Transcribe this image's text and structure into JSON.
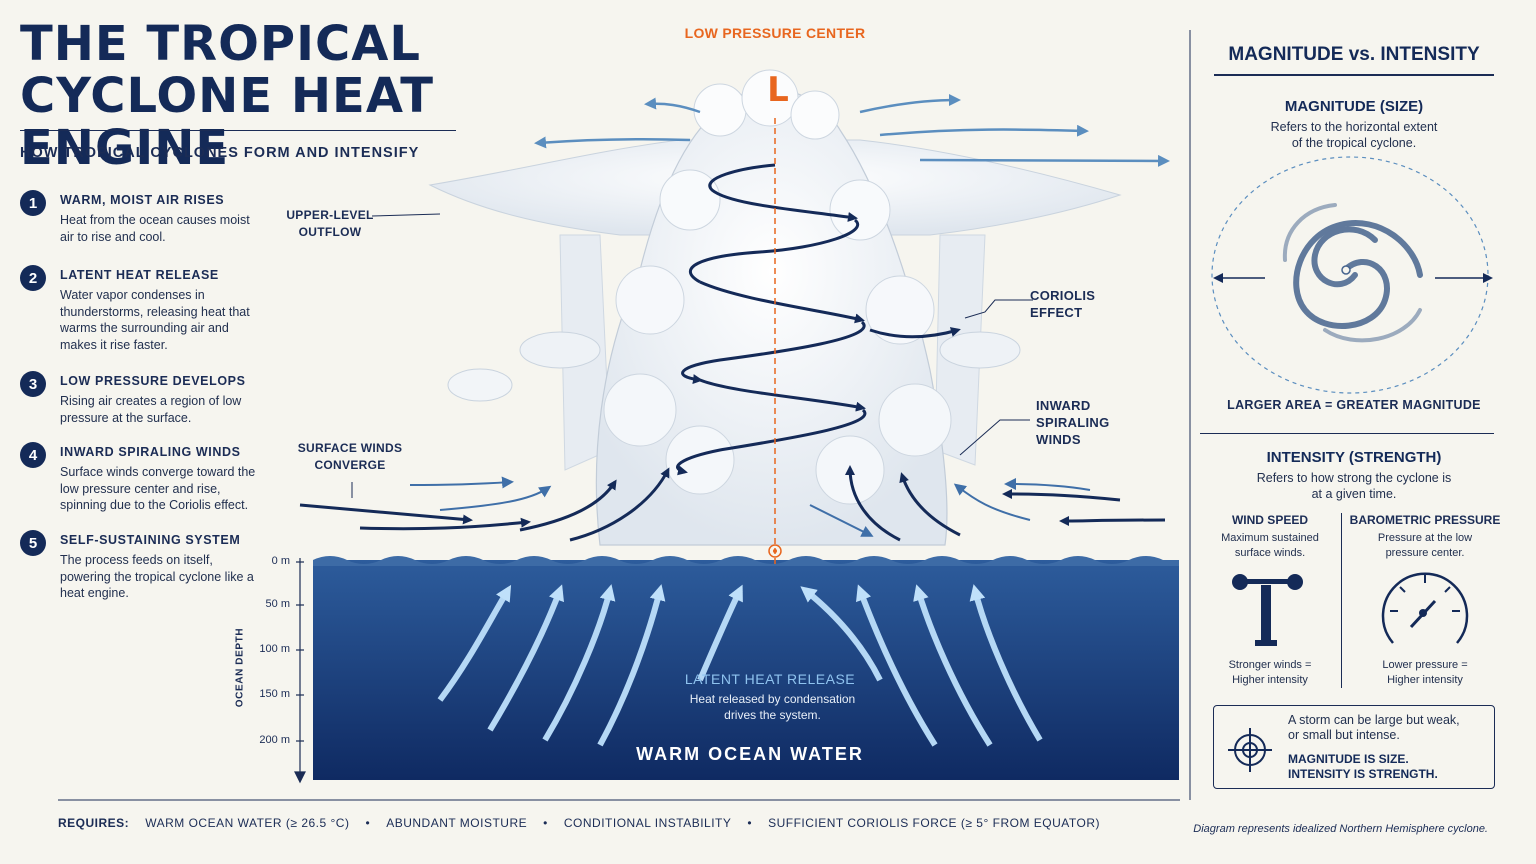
{
  "title": "THE TROPICAL\nCYCLONE HEAT ENGINE",
  "subtitle": "HOW TROPICAL CYCLONES FORM AND INTENSIFY",
  "steps": [
    {
      "num": "1",
      "title": "WARM, MOIST AIR RISES",
      "desc": "Heat from the ocean causes moist air to rise and cool."
    },
    {
      "num": "2",
      "title": "LATENT HEAT RELEASE",
      "desc": "Water vapor condenses in thunderstorms, releasing heat that warms the surrounding air and makes it rise faster."
    },
    {
      "num": "3",
      "title": "LOW PRESSURE DEVELOPS",
      "desc": "Rising air creates a region of low pressure at the surface."
    },
    {
      "num": "4",
      "title": "INWARD SPIRALING WINDS",
      "desc": "Surface winds converge toward the low pressure center and rise, spinning due to the Coriolis effect."
    },
    {
      "num": "5",
      "title": "SELF-SUSTAINING SYSTEM",
      "desc": "The process feeds on itself, powering the tropical cyclone like a heat engine."
    }
  ],
  "diagram": {
    "low_pressure_label": "LOW PRESSURE CENTER",
    "low_symbol": "L",
    "upper_outflow": "UPPER-LEVEL\nOUTFLOW",
    "coriolis": "CORIOLIS\nEFFECT",
    "inward_winds": "INWARD\nSPIRALING\nWINDS",
    "surface_winds": "SURFACE WINDS\nCONVERGE",
    "latent_title": "LATENT HEAT RELEASE",
    "latent_desc": "Heat released by condensation\ndrives the system.",
    "ocean_label": "WARM OCEAN WATER",
    "depth_axis": "OCEAN DEPTH",
    "depth_ticks": [
      "0 m",
      "50 m",
      "100 m",
      "150 m",
      "200 m"
    ]
  },
  "right_panel": {
    "heading": "MAGNITUDE vs. INTENSITY",
    "magnitude_title": "MAGNITUDE (SIZE)",
    "magnitude_desc": "Refers to the horizontal extent\nof the tropical cyclone.",
    "magnitude_caption": "LARGER AREA = GREATER MAGNITUDE",
    "intensity_title": "INTENSITY (STRENGTH)",
    "intensity_desc": "Refers to how strong the cyclone is\nat a given time.",
    "wind_title": "WIND SPEED",
    "wind_desc": "Maximum sustained\nsurface winds.",
    "wind_caption": "Stronger winds =\nHigher intensity",
    "pressure_title": "BAROMETRIC PRESSURE",
    "pressure_desc": "Pressure at the low\npressure center.",
    "pressure_caption": "Lower pressure =\nHigher intensity",
    "note": "A storm can be large but weak,\nor small but intense.",
    "note_bold": "MAGNITUDE IS SIZE.\nINTENSITY IS STRENGTH."
  },
  "requirements": {
    "label": "REQUIRES:",
    "items": [
      "WARM OCEAN WATER (≥ 26.5 °C)",
      "ABUNDANT MOISTURE",
      "CONDITIONAL INSTABILITY",
      "SUFFICIENT CORIOLIS FORCE (≥ 5° FROM EQUATOR)"
    ],
    "separator": "•"
  },
  "footnote": "Diagram represents idealized Northern Hemisphere cyclone.",
  "colors": {
    "navy": "#142a58",
    "ocean_top": "#2b5a9a",
    "ocean_bottom": "#0f2a62",
    "accent": "#e8661f",
    "sky_arrow": "#5b8ebf"
  }
}
